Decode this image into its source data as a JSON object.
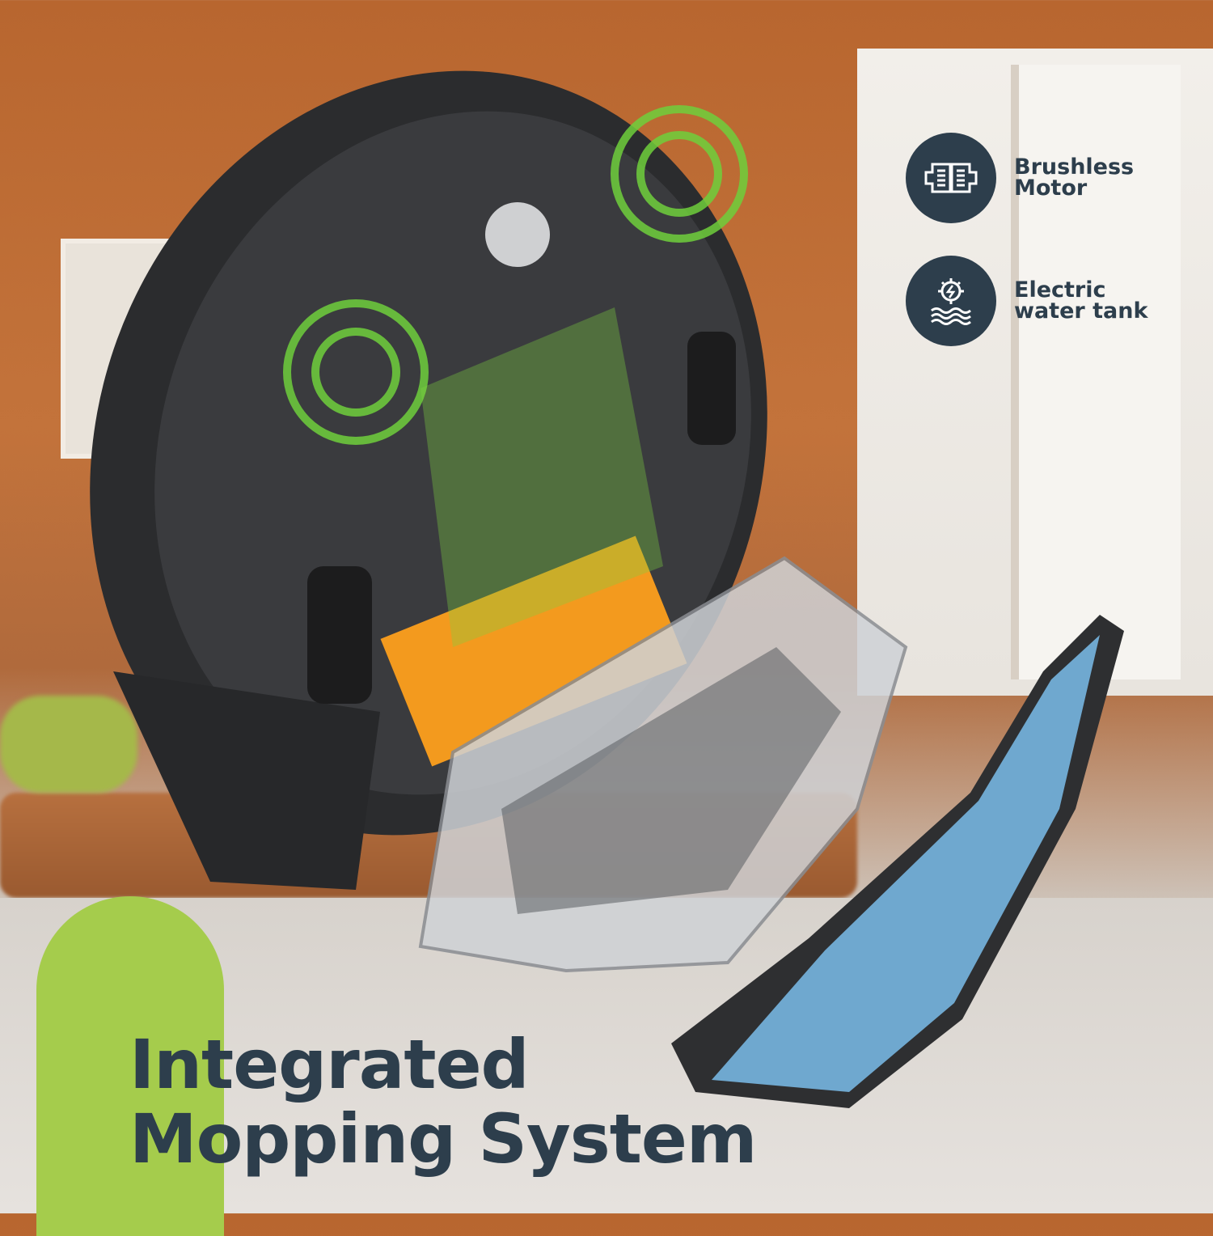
{
  "features": [
    {
      "icon": "brushless-motor-icon",
      "label_line1": "Brushless",
      "label_line2": "Motor"
    },
    {
      "icon": "electric-water-tank-icon",
      "label_line1": "Electric",
      "label_line2": "water tank"
    }
  ],
  "headline": {
    "line1": "Integrated",
    "line2": "Mopping System"
  },
  "colors": {
    "navy": "#2d3e4c",
    "accent_green": "#a5cc4c",
    "mop_blue": "#6fa8cf",
    "brush_orange": "#f39a1e"
  }
}
